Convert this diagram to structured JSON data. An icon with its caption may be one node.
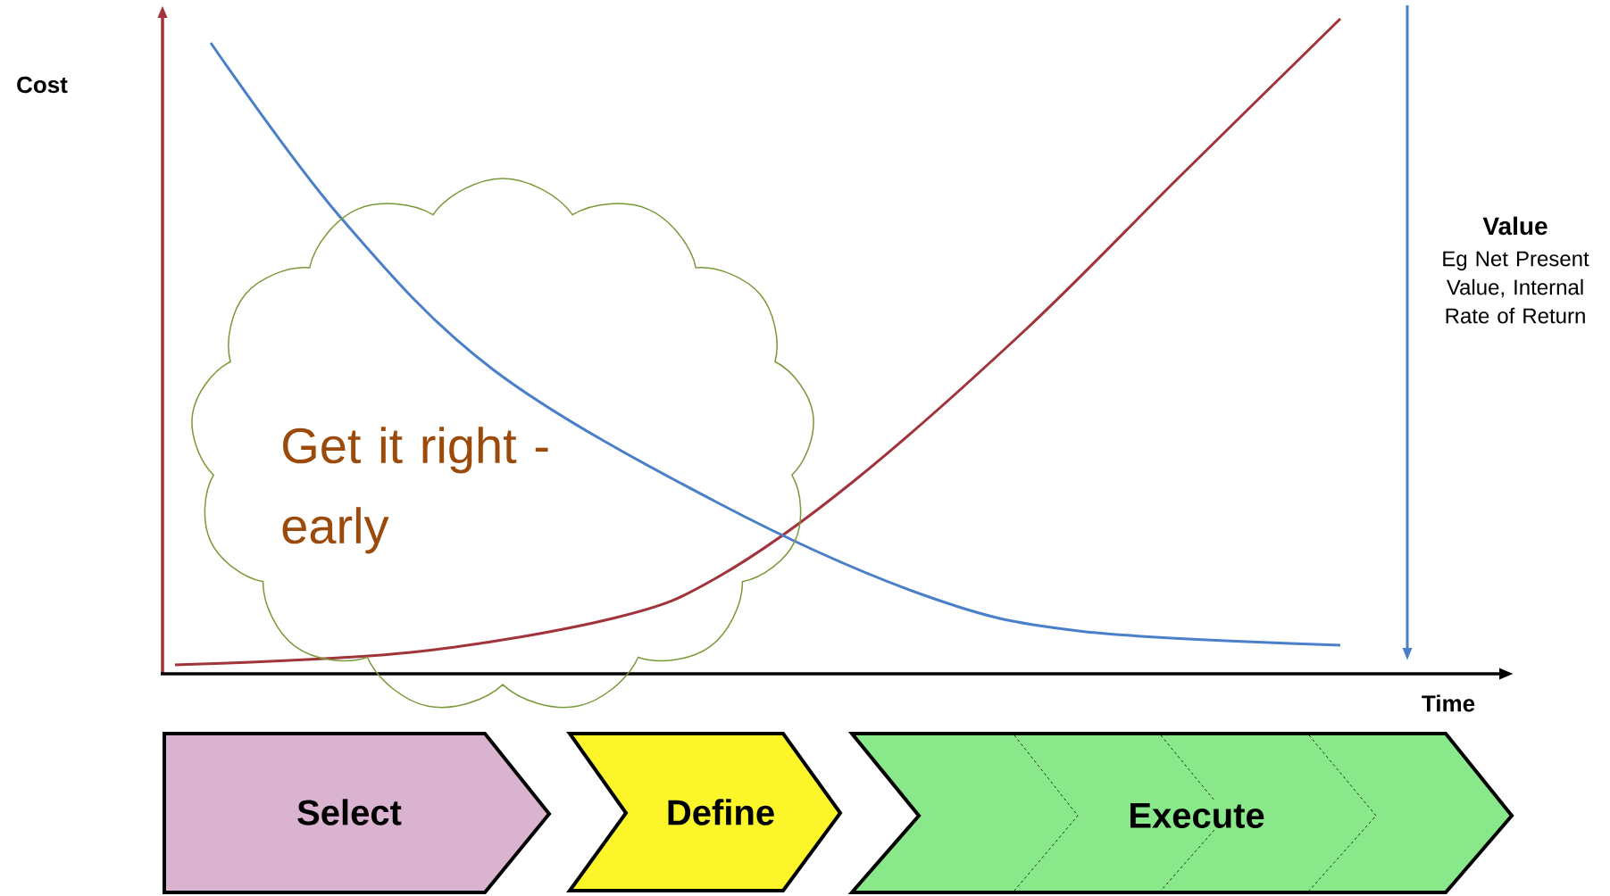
{
  "diagram": {
    "nodes": [
      {
        "text": [
          "Get it right - early"
        ]
      },
      {
        "text": [
          "Select"
        ]
      },
      {
        "text": [
          "Define"
        ]
      },
      {
        "text": [
          "Execute"
        ]
      }
    ],
    "labels": [
      "Cost",
      "Value",
      "Eg Net Present Value, Internal Rate of Return",
      "Time"
    ]
  }
}
